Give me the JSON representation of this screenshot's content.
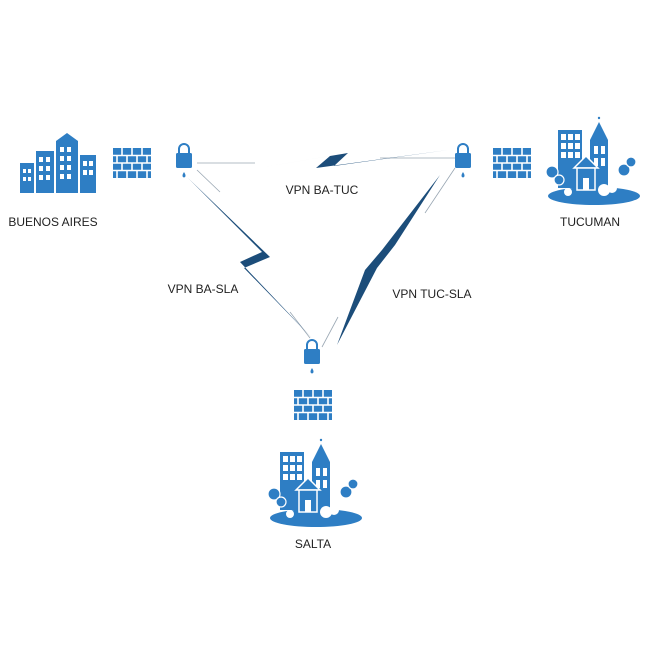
{
  "colors": {
    "primary": "#2e7ec4",
    "dark": "#1f5a8c",
    "bolt": "#1c4d7a",
    "line": "#9aa7b3"
  },
  "sites": {
    "buenos_aires": {
      "label": "BUENOS AIRES",
      "icon": "city-buildings-icon"
    },
    "tucuman": {
      "label": "TUCUMAN",
      "icon": "town-icon"
    },
    "salta": {
      "label": "SALTA",
      "icon": "town-icon"
    }
  },
  "links": {
    "ba_tuc": {
      "label": "VPN BA-TUC"
    },
    "ba_sla": {
      "label": "VPN BA-SLA"
    },
    "tuc_sla": {
      "label": "VPN TUC-SLA"
    }
  },
  "icons": {
    "firewall": "firewall-brick-icon",
    "vpn_gateway": "padlock-icon"
  }
}
